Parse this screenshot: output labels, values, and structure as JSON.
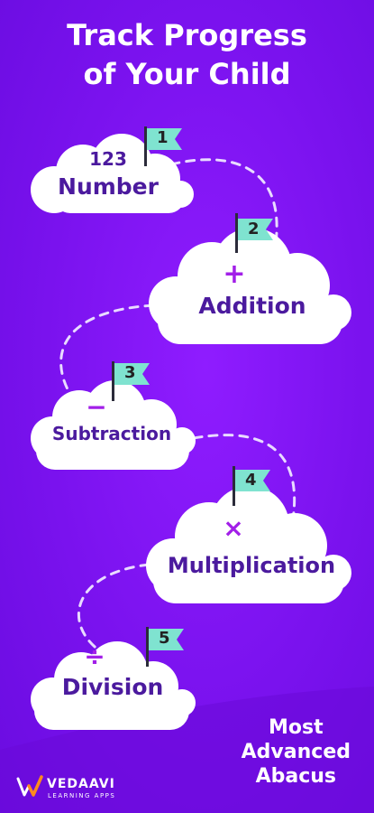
{
  "header": {
    "title_line1": "Track Progress",
    "title_line2": "of Your Child"
  },
  "stages": [
    {
      "flag_number": "1",
      "symbol": "123",
      "label": "Number"
    },
    {
      "flag_number": "2",
      "symbol": "+",
      "label": "Addition"
    },
    {
      "flag_number": "3",
      "symbol": "−",
      "label": "Subtraction"
    },
    {
      "flag_number": "4",
      "symbol": "×",
      "label": "Multiplication"
    },
    {
      "flag_number": "5",
      "symbol": "÷",
      "label": "Division"
    }
  ],
  "tagline": {
    "line1": "Most",
    "line2": "Advanced",
    "line3": "Abacus"
  },
  "brand": {
    "name": "VEDAAVI",
    "subtitle": "LEARNING APPS",
    "icon": "vedaavi-logo-icon"
  },
  "colors": {
    "background": "#7f14f0",
    "cloud": "#ffffff",
    "label_text": "#4b1a9e",
    "symbol": "#a21fe8",
    "flag": "#7fe3d0"
  }
}
